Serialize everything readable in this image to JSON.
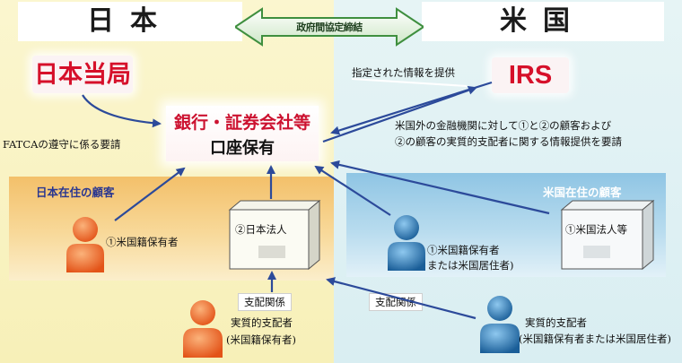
{
  "header": {
    "japan": "日本",
    "usa": "米国",
    "agreement": "政府間協定締結"
  },
  "entities": {
    "jp_authority": "日本当局",
    "irs": "IRS",
    "bank_title": "銀行・証券会社等",
    "bank_sub": "口座保有"
  },
  "labels": {
    "info_provide": "指定された情報を提供",
    "fatca_requirement": "FATCAの遵守に係る要請",
    "request_line1": "米国外の金融機関に対して①と②の顧客および",
    "request_line2": "②の顧客の実質的支配者に関する情報提供を要請"
  },
  "jp_customers": {
    "title": "日本在住の顧客",
    "person_label": "①米国籍保有者",
    "corp_label": "②日本法人"
  },
  "us_customers": {
    "title": "米国在住の顧客",
    "person_label_line1": "①米国籍保有者",
    "person_label_line2": "または米国居住者)",
    "corp_label": "①米国法人等"
  },
  "control": {
    "jp_label": "支配関係",
    "us_label": "支配関係",
    "jp_person_line1": "実質的支配者",
    "jp_person_line2": "(米国籍保有者)",
    "us_person_line1": "実質的支配者",
    "us_person_line2": "(米国籍保有者または米国居住者)"
  },
  "colors": {
    "arrow": "#2c4a9a",
    "authority_text": "#d6102a",
    "agreement_arrow": "#3f8f3f",
    "jp_person": "#e8521d",
    "us_person": "#1f6fb0"
  }
}
